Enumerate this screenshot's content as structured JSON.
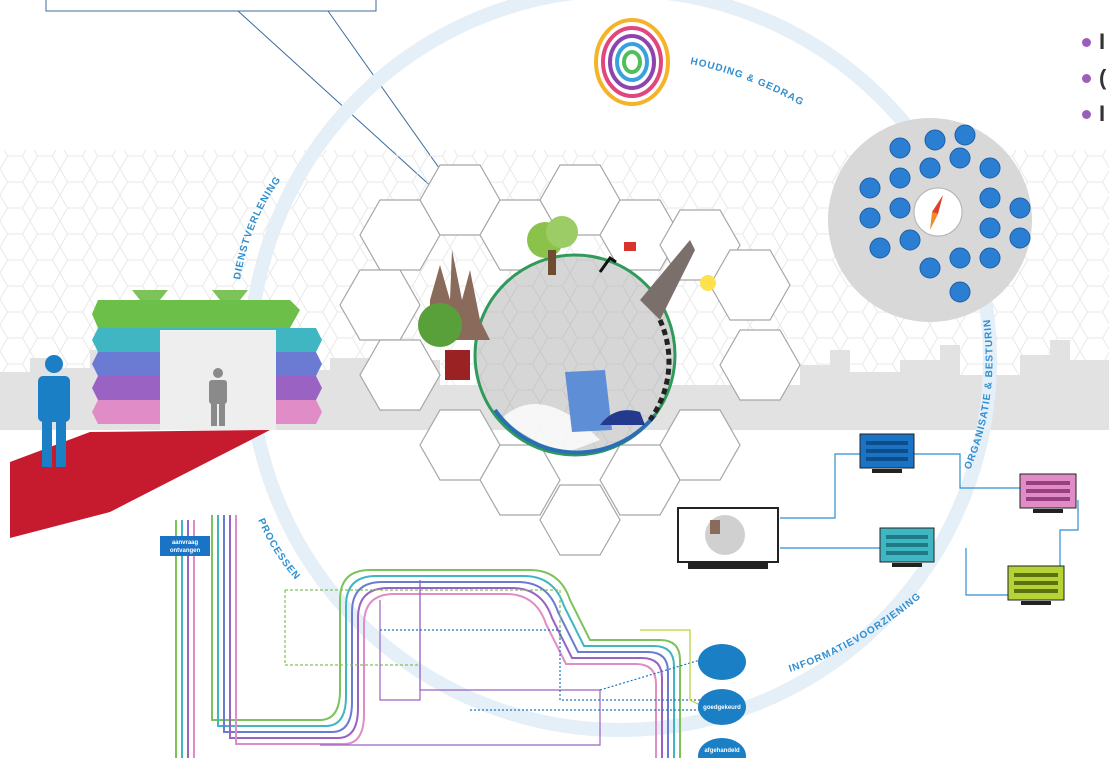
{
  "labels": {
    "houding": "HOUDING & GEDRAG",
    "dienstverlening": "DIENSTVERLENING",
    "organisatie": "ORGANISATIE & BESTURING",
    "informatie": "INFORMATIEVOORZIENING",
    "processen": "PROCESSEN"
  },
  "process_tag": {
    "line1": "aanvraag",
    "line2": "ontvangen"
  },
  "process_nodes": [
    "",
    "goedgekeurd",
    "afgehandeld"
  ],
  "bullets": [
    "I",
    "(",
    "I"
  ],
  "colors": {
    "ring": "#e4eff8",
    "label": "#2f8fd0",
    "person_blue": "#1a7fc4",
    "person_grey": "#8a8a8a",
    "carpet": "#c61b2e",
    "network_blue": "#2a7fd2",
    "process_node": "#1a7fc4"
  },
  "icons": {
    "fingerprint": "fingerprint-icon",
    "compass": "compass-icon",
    "monitor": "monitor-icon"
  }
}
